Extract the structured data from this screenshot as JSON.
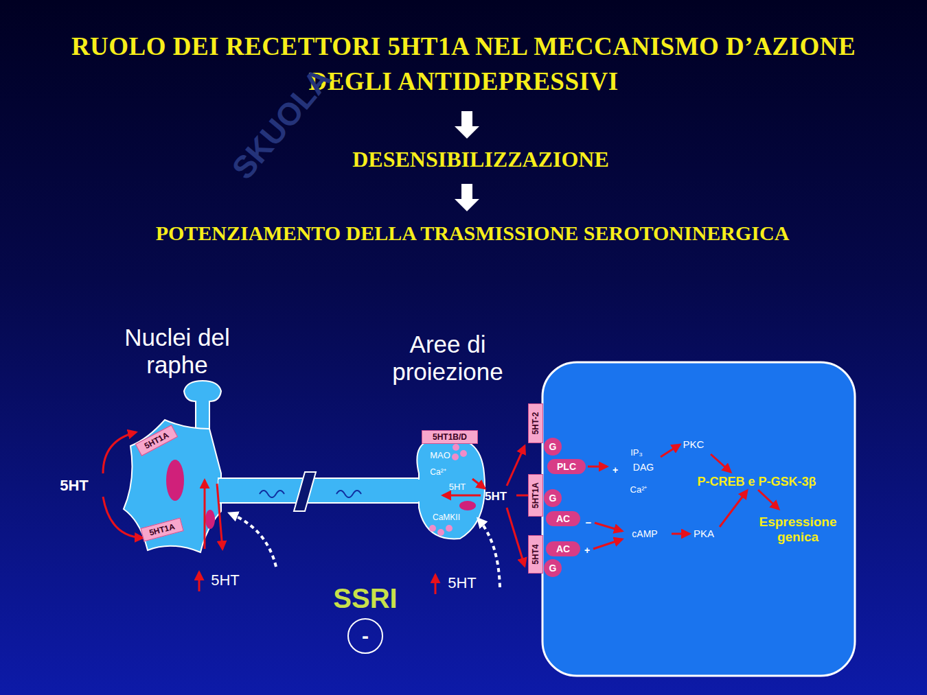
{
  "diagram": {
    "title": "RUOLO DEI RECETTORI 5HT1A NEL MECCANISMO D’AZIONE DEGLI ANTIDEPRESSIVI",
    "nodes": [
      {
        "text": [
          "5HT1A"
        ]
      },
      {
        "text": [
          "5HT1A"
        ]
      },
      {
        "text": [
          "5HT1B/D"
        ]
      },
      {
        "text": [
          "5HT-2"
        ]
      },
      {
        "text": [
          "5HT1A"
        ]
      },
      {
        "text": [
          "5HT4"
        ]
      },
      {
        "text": [
          "G"
        ]
      },
      {
        "text": [
          "PLC"
        ]
      },
      {
        "text": [
          "G"
        ]
      },
      {
        "text": [
          "AC"
        ]
      },
      {
        "text": [
          "AC"
        ]
      },
      {
        "text": [
          "G"
        ]
      },
      {
        "text": [
          "-"
        ]
      }
    ],
    "labels": [
      "SKUOLA",
      "DESENSIBILIZZAZIONE",
      "POTENZIAMENTO DELLA TRASMISSIONE SEROTONINERGICA",
      "Nuclei del raphe",
      "Aree di proiezione",
      "5HT",
      "MAO",
      "Ca²⁺",
      "5HT",
      "CaMKII",
      "5HT",
      "+",
      "IP₃",
      "DAG",
      "Ca²⁺",
      "PKC",
      "P-CREB e P-GSK-3β",
      "−",
      "+",
      "cAMP",
      "PKA",
      "Espressione genica",
      "5HT",
      "SSRI",
      "5HT"
    ]
  }
}
